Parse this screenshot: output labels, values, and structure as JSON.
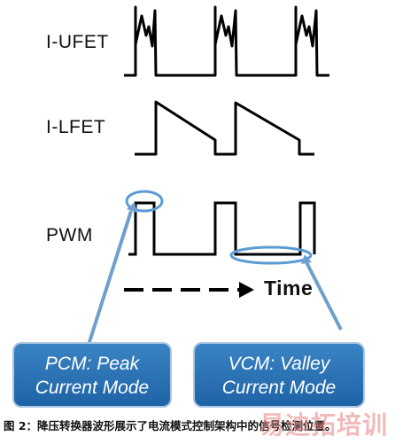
{
  "labels": {
    "i_ufet": "I-UFET",
    "i_lfet": "I-LFET",
    "pwm": "PWM",
    "time": "Time"
  },
  "callouts": {
    "pcm": {
      "line1": "PCM: Peak",
      "line2": "Current Mode"
    },
    "vcm": {
      "line1": "VCM: Valley",
      "line2": "Current Mode"
    }
  },
  "caption": "图 2：降压转换器波形展示了电流模式控制架构中的信号检测位置。",
  "watermark": "易迪拓培训",
  "colors": {
    "waveform": "#000000",
    "highlight_ellipse": "#5b9bd5",
    "callout_fill": "#2a72b5",
    "arrow": "#6f9fcc"
  }
}
